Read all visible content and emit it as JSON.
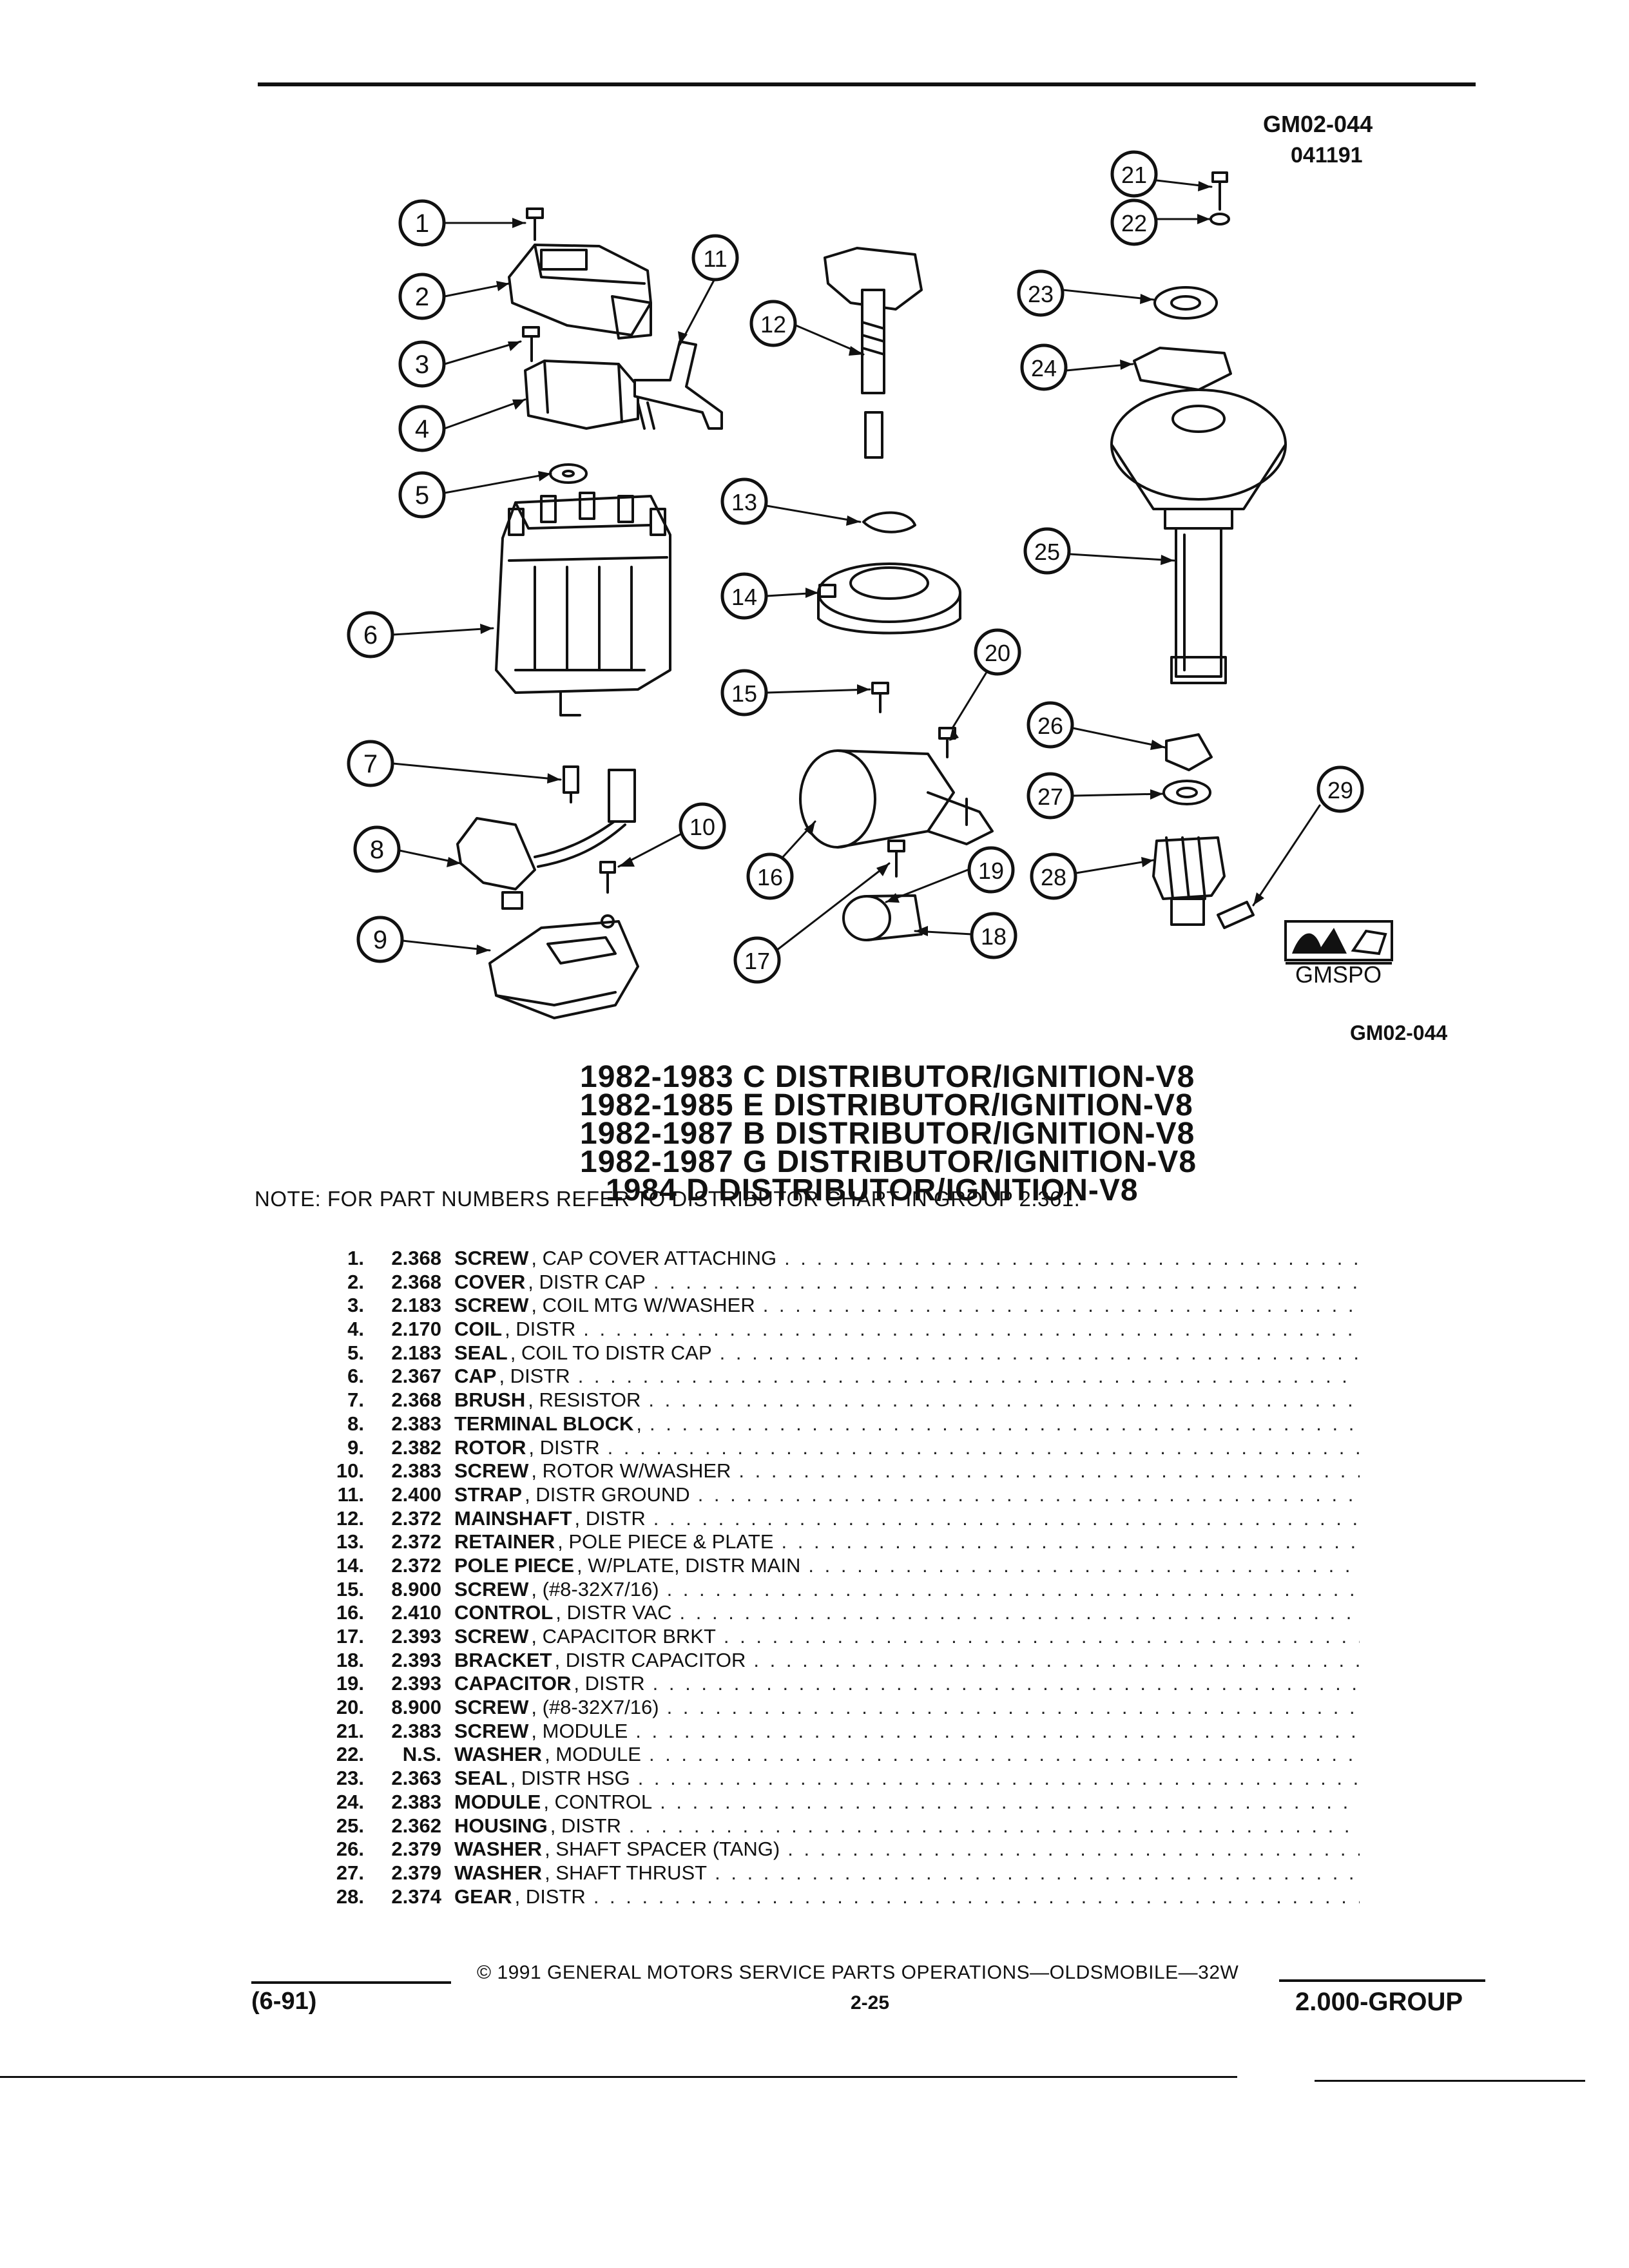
{
  "header": {
    "code": "GM02-044",
    "date_code": "041191"
  },
  "figure": {
    "callouts": [
      "1",
      "2",
      "3",
      "4",
      "5",
      "6",
      "7",
      "8",
      "9",
      "10",
      "11",
      "12",
      "13",
      "14",
      "15",
      "16",
      "17",
      "18",
      "19",
      "20",
      "21",
      "22",
      "23",
      "24",
      "25",
      "26",
      "27",
      "28",
      "29"
    ],
    "logo_text": "GMSPO",
    "code": "GM02-044"
  },
  "titles": [
    "1982-1983 C DISTRIBUTOR/IGNITION-V8",
    "1982-1985 E DISTRIBUTOR/IGNITION-V8",
    "1982-1987 B DISTRIBUTOR/IGNITION-V8",
    "1982-1987 G DISTRIBUTOR/IGNITION-V8",
    "1984 D DISTRIBUTOR/IGNITION-V8"
  ],
  "note": "NOTE:  FOR PART NUMBERS REFER TO DISTRIBUTOR CHART IN GROUP 2.361.",
  "parts": [
    {
      "num": "1.",
      "group": "2.368",
      "name": "SCREW",
      "desc": ", CAP COVER ATTACHING"
    },
    {
      "num": "2.",
      "group": "2.368",
      "name": "COVER",
      "desc": ", DISTR CAP"
    },
    {
      "num": "3.",
      "group": "2.183",
      "name": "SCREW",
      "desc": ", COIL MTG W/WASHER"
    },
    {
      "num": "4.",
      "group": "2.170",
      "name": "COIL",
      "desc": ", DISTR"
    },
    {
      "num": "5.",
      "group": "2.183",
      "name": "SEAL",
      "desc": ", COIL TO DISTR CAP"
    },
    {
      "num": "6.",
      "group": "2.367",
      "name": "CAP",
      "desc": ", DISTR"
    },
    {
      "num": "7.",
      "group": "2.368",
      "name": "BRUSH",
      "desc": ", RESISTOR"
    },
    {
      "num": "8.",
      "group": "2.383",
      "name": "TERMINAL BLOCK",
      "desc": ","
    },
    {
      "num": "9.",
      "group": "2.382",
      "name": "ROTOR",
      "desc": ", DISTR"
    },
    {
      "num": "10.",
      "group": "2.383",
      "name": "SCREW",
      "desc": ", ROTOR W/WASHER"
    },
    {
      "num": "11.",
      "group": "2.400",
      "name": "STRAP",
      "desc": ", DISTR GROUND"
    },
    {
      "num": "12.",
      "group": "2.372",
      "name": "MAINSHAFT",
      "desc": ", DISTR"
    },
    {
      "num": "13.",
      "group": "2.372",
      "name": "RETAINER",
      "desc": ", POLE PIECE & PLATE"
    },
    {
      "num": "14.",
      "group": "2.372",
      "name": "POLE PIECE",
      "desc": ", W/PLATE, DISTR MAIN"
    },
    {
      "num": "15.",
      "group": "8.900",
      "name": "SCREW",
      "desc": ", (#8-32X7/16)"
    },
    {
      "num": "16.",
      "group": "2.410",
      "name": "CONTROL",
      "desc": ", DISTR VAC"
    },
    {
      "num": "17.",
      "group": "2.393",
      "name": "SCREW",
      "desc": ", CAPACITOR BRKT"
    },
    {
      "num": "18.",
      "group": "2.393",
      "name": "BRACKET",
      "desc": ", DISTR CAPACITOR"
    },
    {
      "num": "19.",
      "group": "2.393",
      "name": "CAPACITOR",
      "desc": ", DISTR"
    },
    {
      "num": "20.",
      "group": "8.900",
      "name": "SCREW",
      "desc": ", (#8-32X7/16)"
    },
    {
      "num": "21.",
      "group": "2.383",
      "name": "SCREW",
      "desc": ", MODULE"
    },
    {
      "num": "22.",
      "group": "N.S.",
      "name": "WASHER",
      "desc": ", MODULE"
    },
    {
      "num": "23.",
      "group": "2.363",
      "name": "SEAL",
      "desc": ", DISTR HSG"
    },
    {
      "num": "24.",
      "group": "2.383",
      "name": "MODULE",
      "desc": ", CONTROL"
    },
    {
      "num": "25.",
      "group": "2.362",
      "name": "HOUSING",
      "desc": ", DISTR"
    },
    {
      "num": "26.",
      "group": "2.379",
      "name": "WASHER",
      "desc": ", SHAFT SPACER (TANG)"
    },
    {
      "num": "27.",
      "group": "2.379",
      "name": "WASHER",
      "desc": ", SHAFT THRUST"
    },
    {
      "num": "28.",
      "group": "2.374",
      "name": "GEAR",
      "desc": ", DISTR"
    }
  ],
  "footer": {
    "copyright": "©  1991  GENERAL MOTORS SERVICE PARTS OPERATIONS—OLDSMOBILE—32W",
    "edition": "(6-91)",
    "page": "2-25",
    "group": "2.000-GROUP"
  }
}
